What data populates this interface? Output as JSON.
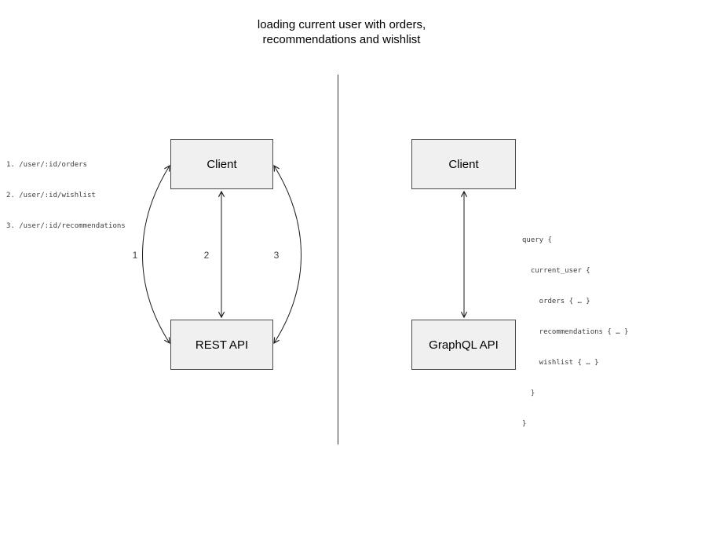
{
  "title": {
    "line1": "loading current user with orders,",
    "line2": "recommendations and wishlist"
  },
  "left": {
    "client_label": "Client",
    "api_label": "REST API",
    "endpoints": [
      "1. /user/:id/orders",
      "2. /user/:id/wishlist",
      "3. /user/:id/recommendations"
    ],
    "arrow_labels": [
      "1",
      "2",
      "3"
    ]
  },
  "right": {
    "client_label": "Client",
    "api_label": "GraphQL API",
    "query_lines": [
      "query {",
      "  current_user {",
      "    orders { … }",
      "    recommendations { … }",
      "    wishlist { … }",
      "  }",
      "}"
    ]
  },
  "colors": {
    "box_fill": "#f0f0f0",
    "box_border": "#4a4a4a",
    "line": "#1a1a1a",
    "code_text": "#3d3d3d"
  }
}
